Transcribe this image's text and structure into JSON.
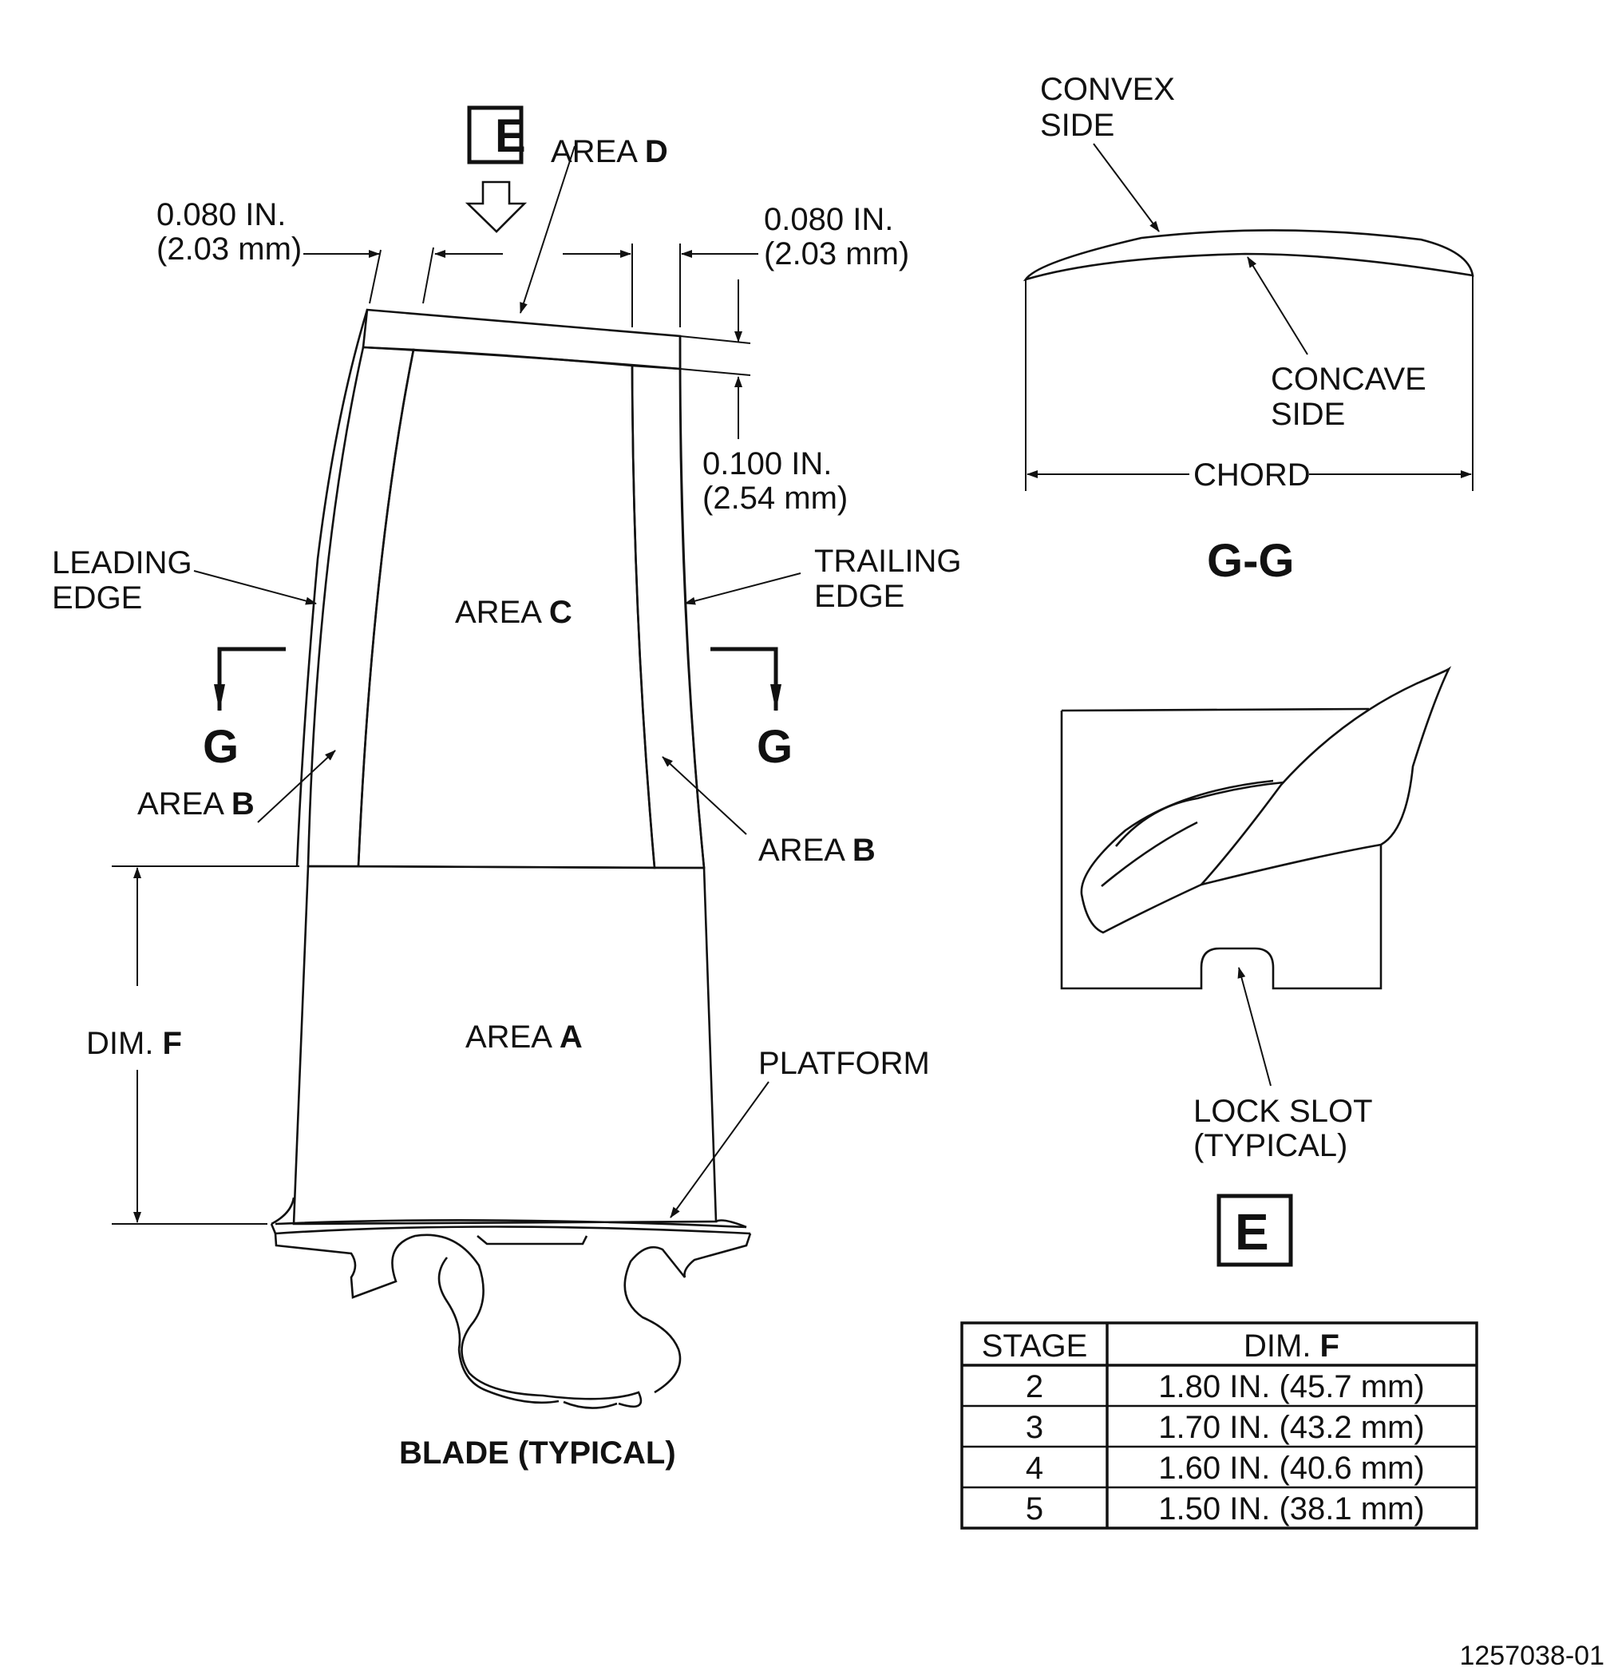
{
  "blade": {
    "callout_e": "E",
    "area_d_prefix": "AREA ",
    "area_d_letter": "D",
    "dim_left_in": "0.080 IN.",
    "dim_left_mm": "(2.03 mm)",
    "dim_right_in": "0.080 IN.",
    "dim_right_mm": "(2.03 mm)",
    "dim_tip_in": "0.100 IN.",
    "dim_tip_mm": "(2.54 mm)",
    "leading_edge_1": "LEADING",
    "leading_edge_2": "EDGE",
    "trailing_edge_1": "TRAILING",
    "trailing_edge_2": "EDGE",
    "area_c_prefix": "AREA ",
    "area_c_letter": "C",
    "section_left": "G",
    "section_right": "G",
    "area_b_left_prefix": "AREA ",
    "area_b_left_letter": "B",
    "area_b_right_prefix": "AREA ",
    "area_b_right_letter": "B",
    "dim_f_prefix": "DIM. ",
    "dim_f_letter": "F",
    "area_a_prefix": "AREA ",
    "area_a_letter": "A",
    "platform": "PLATFORM",
    "caption": "BLADE (TYPICAL)"
  },
  "section_gg": {
    "convex_1": "CONVEX",
    "convex_2": "SIDE",
    "concave_1": "CONCAVE",
    "concave_2": "SIDE",
    "chord": "CHORD",
    "title": "G-G"
  },
  "view_e": {
    "lock_slot_1": "LOCK SLOT",
    "lock_slot_2": "(TYPICAL)",
    "callout_e": "E"
  },
  "table": {
    "header_stage": "STAGE",
    "header_dim_prefix": "DIM. ",
    "header_dim_letter": "F",
    "rows": [
      {
        "stage": "2",
        "dim": "1.80 IN. (45.7 mm)"
      },
      {
        "stage": "3",
        "dim": "1.70 IN. (43.2 mm)"
      },
      {
        "stage": "4",
        "dim": "1.60 IN. (40.6 mm)"
      },
      {
        "stage": "5",
        "dim": "1.50 IN. (38.1 mm)"
      }
    ]
  },
  "figure_number": "1257038-01"
}
